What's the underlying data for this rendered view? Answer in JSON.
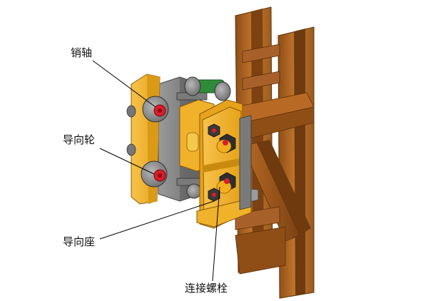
{
  "diagram": {
    "colors": {
      "steel_light": "#C4782E",
      "steel_dark": "#8E4E16",
      "steel_shadow": "#6E3A0E",
      "bracket_face": "#F4B423",
      "bracket_dark": "#C98A10",
      "wheel_gray": "#8C8C8C",
      "wheel_dark": "#5E5E5E",
      "wheel_hub": "#D81E2A",
      "axle_green": "#2E8B3A",
      "nut_dark": "#3A3A3A"
    },
    "labels": {
      "pin": "销轴",
      "guide_wheel": "导向轮",
      "guide_seat": "导向座",
      "connect_bolt": "连接螺栓"
    }
  }
}
